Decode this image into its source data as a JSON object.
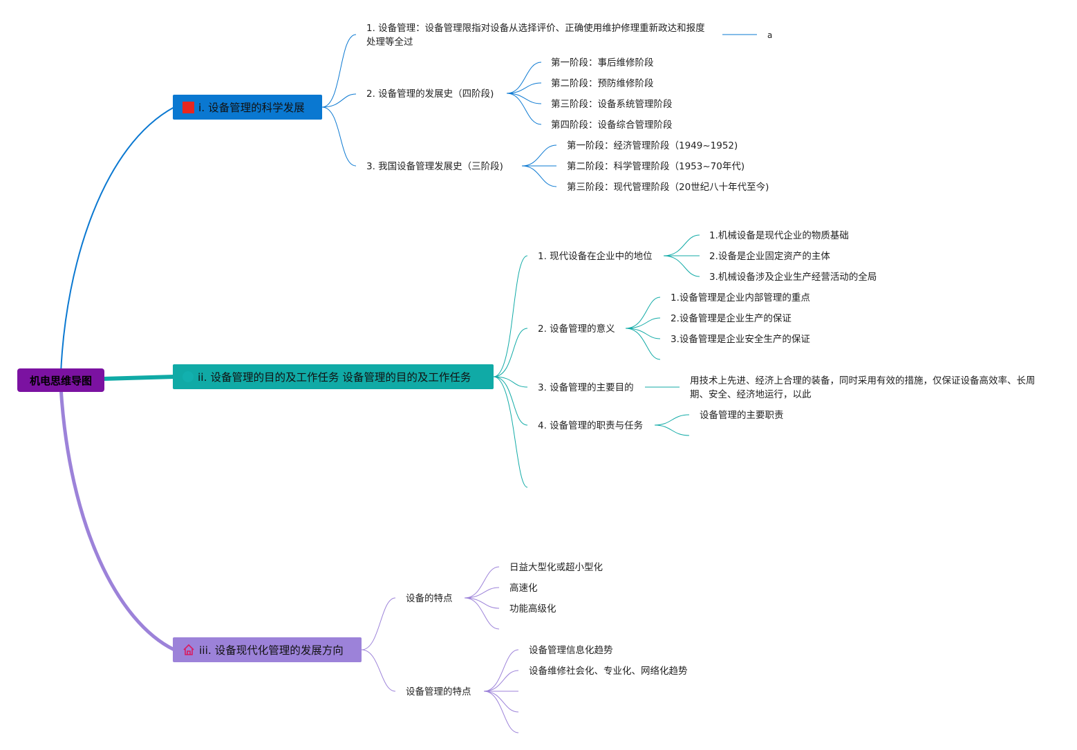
{
  "root": {
    "label": "机电思维导图"
  },
  "branches": [
    {
      "label": "i. 设备管理的科学发展",
      "icon": "red-square-icon",
      "color": "#0a78d1",
      "children": [
        {
          "label": "1. 设备管理：设备管理限指对设备从选择评价、正确使用维护修理重新政达和报度处理等全过",
          "children": [
            {
              "label": "a"
            }
          ]
        },
        {
          "label": "2. 设备管理的发展史（四阶段)",
          "children": [
            {
              "label": "第一阶段：事后维修阶段"
            },
            {
              "label": "第二阶段：预防维修阶段"
            },
            {
              "label": "第三阶段：设备系统管理阶段"
            },
            {
              "label": "第四阶段：设备综合管理阶段"
            }
          ]
        },
        {
          "label": "3. 我国设备管理发展史（三阶段)",
          "children": [
            {
              "label": "第一阶段：经济管理阶段（1949~1952)"
            },
            {
              "label": "第二阶段：科学管理阶段（1953~70年代)"
            },
            {
              "label": "第三阶段：现代管理阶段（20世纪八十年代至今)"
            }
          ]
        }
      ]
    },
    {
      "label": "ii. 设备管理的目的及工作任务 设备管理的目的及工作任务",
      "icon": "globe-icon",
      "color": "#10aaa6",
      "children": [
        {
          "label": "1. 现代设备在企业中的地位",
          "children": [
            {
              "label": "1.机械设备是现代企业的物质基础"
            },
            {
              "label": "2.设备是企业固定资产的主体"
            },
            {
              "label": "3.机械设备涉及企业生产经营活动的全局"
            }
          ]
        },
        {
          "label": "2. 设备管理的意义",
          "children": [
            {
              "label": "1.设备管理是企业内部管理的重点"
            },
            {
              "label": "2.设备管理是企业生产的保证"
            },
            {
              "label": "3.设备管理是企业安全生产的保证"
            }
          ]
        },
        {
          "label": "3. 设备管理的主要目的",
          "children": [
            {
              "label": "用技术上先进、经济上合理的装备，同时采用有效的措施，仅保证设备高效率、长周期、安全、经济地运行，以此"
            }
          ]
        },
        {
          "label": "4. 设备管理的职责与任务",
          "children": [
            {
              "label": "设备管理的主要职责"
            }
          ]
        }
      ]
    },
    {
      "label": "iii. 设备现代化管理的发展方向",
      "icon": "home-icon",
      "color": "#9c82d9",
      "children": [
        {
          "label": "设备的特点",
          "children": [
            {
              "label": "日益大型化或超小型化"
            },
            {
              "label": "高速化"
            },
            {
              "label": "功能高级化"
            }
          ]
        },
        {
          "label": "设备管理的特点",
          "children": [
            {
              "label": "设备管理信息化趋势"
            },
            {
              "label": "设备维修社会化、专业化、网络化趋势"
            }
          ]
        }
      ]
    }
  ]
}
